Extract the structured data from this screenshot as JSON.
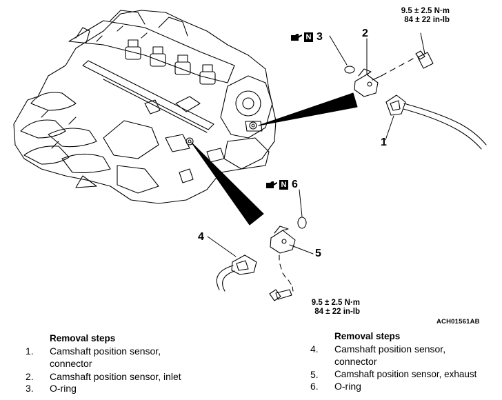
{
  "figure": {
    "code": "ACH01561AB",
    "callouts": {
      "c1": "1",
      "c2": "2",
      "c3": "3",
      "c4": "4",
      "c5": "5",
      "c6": "6"
    },
    "torque_top": {
      "nm": "9.5 ± 2.5 N·m",
      "inlb": "84 ± 22 in-lb"
    },
    "torque_bottom": {
      "nm": "9.5 ± 2.5 N·m",
      "inlb": "84 ± 22 in-lb"
    },
    "badge_letter": "N",
    "icons": [
      "oil-can-icon",
      "new-part-icon"
    ]
  },
  "left_steps": {
    "title": "Removal steps",
    "items": [
      {
        "n": "1.",
        "line1": "Camshaft position sensor,",
        "line2": "connector"
      },
      {
        "n": "2.",
        "line1": "Camshaft position sensor, inlet"
      },
      {
        "n": "3.",
        "line1": "O-ring"
      }
    ]
  },
  "right_steps": {
    "title": "Removal steps",
    "items": [
      {
        "n": "4.",
        "line1": "Camshaft position sensor,",
        "line2": "connector"
      },
      {
        "n": "5.",
        "line1": "Camshaft position sensor, exhaust"
      },
      {
        "n": "6.",
        "line1": "O-ring"
      }
    ]
  }
}
